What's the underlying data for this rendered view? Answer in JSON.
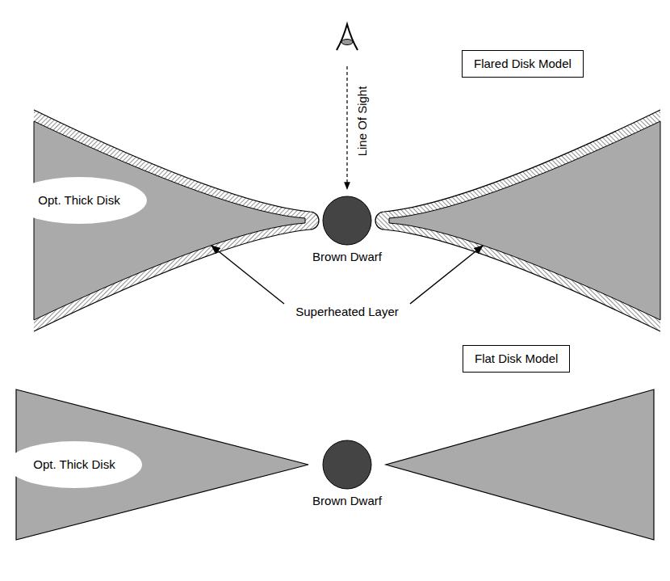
{
  "diagram": {
    "nodes": [
      {
        "text": [
          "Flared Disk Model"
        ]
      },
      {
        "text": [
          "Opt. Thick Disk"
        ]
      },
      {
        "text": [
          "Brown Dwarf"
        ]
      },
      {
        "text": [
          "Flat Disk Model"
        ]
      },
      {
        "text": [
          "Opt. Thick Disk"
        ]
      },
      {
        "text": [
          "Brown Dwarf"
        ]
      }
    ],
    "labels": [
      "Line Of Sight",
      "Superheated Layer"
    ]
  }
}
